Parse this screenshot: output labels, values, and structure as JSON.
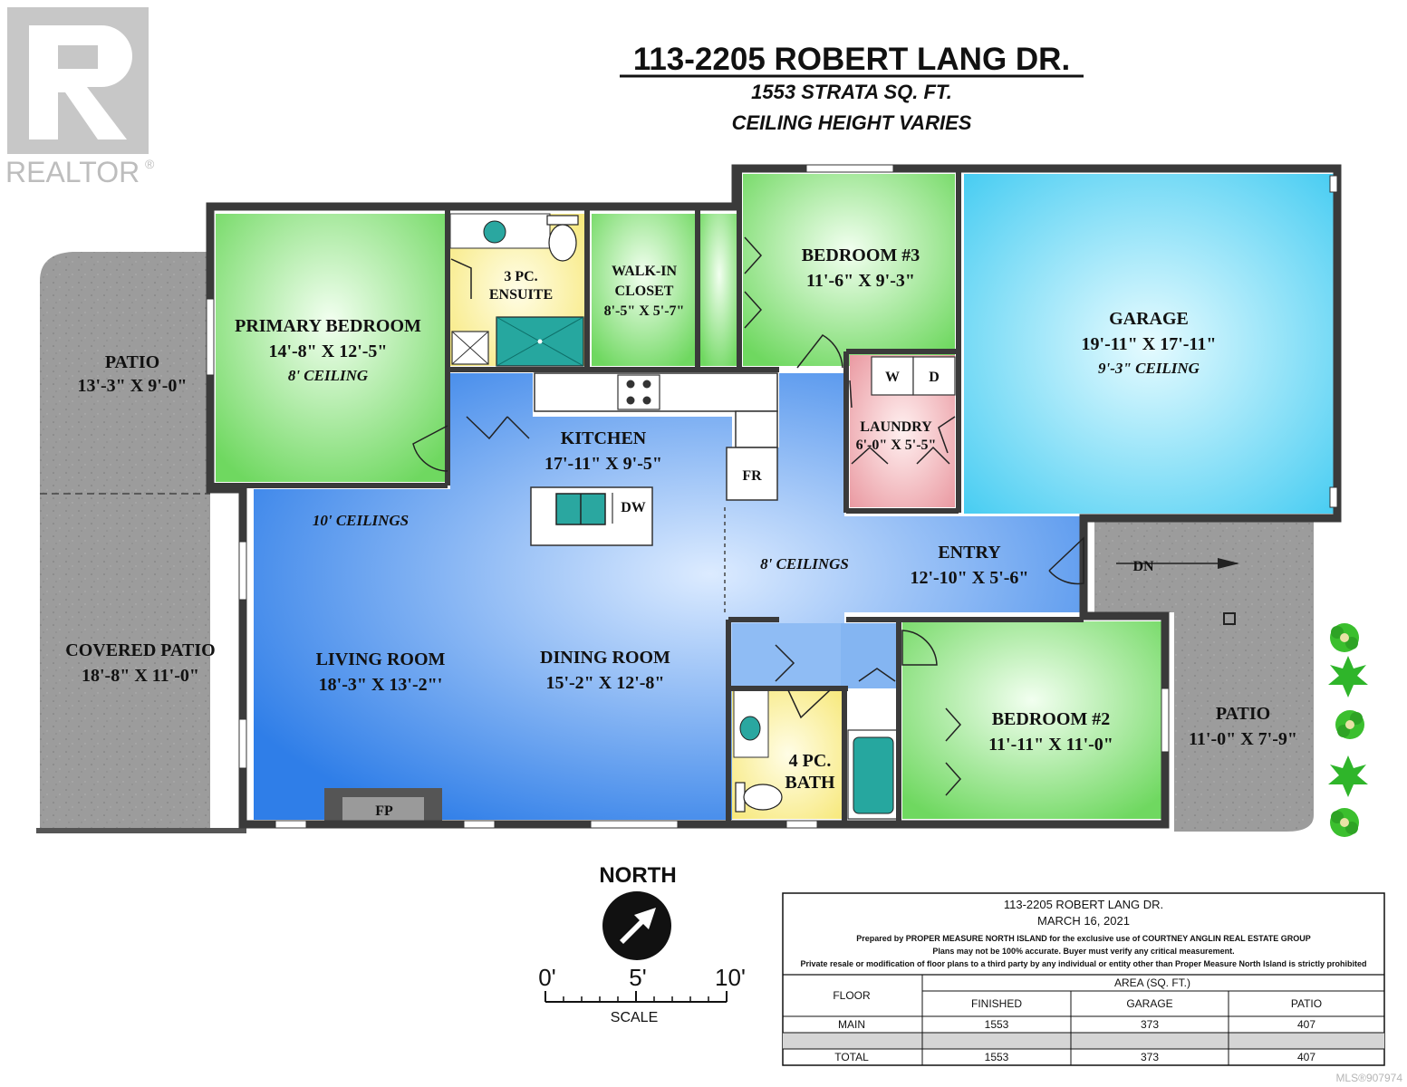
{
  "logo": {
    "text": "REALTOR",
    "mark": "®"
  },
  "header": {
    "address": "113-2205 ROBERT LANG DR.",
    "area": "1553 STRATA SQ. FT.",
    "ceiling": "CEILING HEIGHT VARIES"
  },
  "rooms": {
    "patio_nw": {
      "name": "PATIO",
      "dims": "13'-3\" X 9'-0\""
    },
    "covered_patio": {
      "name": "COVERED PATIO",
      "dims": "18'-8\" X 11'-0\""
    },
    "primary_bedroom": {
      "name": "PRIMARY BEDROOM",
      "dims": "14'-8\" X 12'-5\"",
      "ceiling": "8' CEILING"
    },
    "ensuite": {
      "name1": "3 PC.",
      "name2": "ENSUITE"
    },
    "walkin": {
      "name1": "WALK-IN",
      "name2": "CLOSET",
      "dims": "8'-5\" X 5'-7\""
    },
    "bedroom3": {
      "name": "BEDROOM #3",
      "dims": "11'-6\" X 9'-3\""
    },
    "garage": {
      "name": "GARAGE",
      "dims": "19'-11\" X 17'-11\"",
      "ceiling": "9'-3\" CEILING"
    },
    "laundry": {
      "name": "LAUNDRY",
      "dims": "6'-0\" X 5'-5\"",
      "washer": "W",
      "dryer": "D"
    },
    "kitchen": {
      "name": "KITCHEN",
      "dims": "17'-11\" X 9'-5\"",
      "fridge": "FR",
      "dishwasher": "DW"
    },
    "living": {
      "name": "LIVING ROOM",
      "dims": "18'-3\" X 13'-2\"'",
      "ceiling": "10' CEILINGS",
      "fireplace": "FP"
    },
    "dining": {
      "name": "DINING ROOM",
      "dims": "15'-2\" X 12'-8\""
    },
    "entry": {
      "name": "ENTRY",
      "dims": "12'-10\" X 5'-6\"",
      "ceiling": "8' CEILINGS"
    },
    "stairs": {
      "label": "DN"
    },
    "bedroom2": {
      "name": "BEDROOM #2",
      "dims": "11'-11\" X 11'-0\""
    },
    "bath": {
      "name1": "4 PC.",
      "name2": "BATH"
    },
    "patio_e": {
      "name": "PATIO",
      "dims": "11'-0\" X 7'-9\""
    }
  },
  "compass": {
    "label": "NORTH"
  },
  "scale": {
    "t0": "0'",
    "t5": "5'",
    "t10": "10'",
    "label": "SCALE"
  },
  "info": {
    "address": "113-2205 ROBERT LANG DR.",
    "date": "MARCH 16, 2021",
    "prepared": "Prepared by PROPER MEASURE NORTH ISLAND for the exclusive use of COURTNEY ANGLIN REAL ESTATE GROUP",
    "disclaimer1": "Plans may not be 100% accurate.  Buyer must verify any critical measurement.",
    "disclaimer2": "Private resale  or modification of floor plans to a third party by any individual or entity other than Proper Measure North Island is strictly prohibited",
    "floor_header": "FLOOR",
    "area_header": "AREA (SQ. FT.)",
    "columns": [
      "FINISHED",
      "GARAGE",
      "PATIO"
    ],
    "rows": [
      {
        "floor": "MAIN",
        "values": [
          "1553",
          "373",
          "407"
        ]
      },
      {
        "floor": "TOTAL",
        "values": [
          "1553",
          "373",
          "407"
        ]
      }
    ]
  },
  "mls": "MLS®907974",
  "colors": {
    "green": "#7dde6e",
    "blue": "#79aef0",
    "cyan": "#5fd6f5",
    "patio": "#9a9a9a",
    "pink": "#f0aab0",
    "yellow": "#fff19a"
  }
}
